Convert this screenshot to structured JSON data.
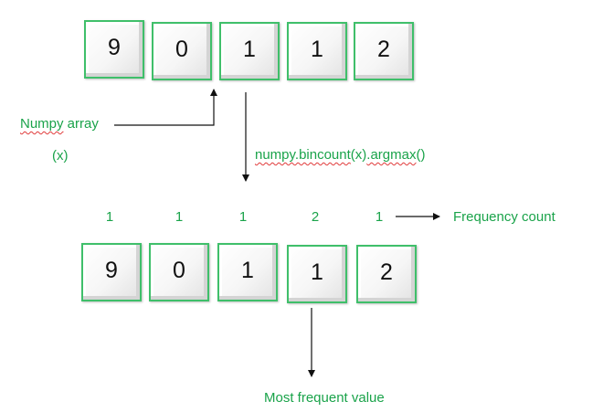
{
  "top_array": [
    "9",
    "0",
    "1",
    "1",
    "2"
  ],
  "bottom_array": [
    "9",
    "0",
    "1",
    "1",
    "2"
  ],
  "frequencies": [
    "1",
    "1",
    "1",
    "2",
    "1"
  ],
  "labels": {
    "numpy_array_word": "Numpy",
    "numpy_array_rest": " array",
    "x_label": "(x)",
    "function_part1": "numpy.bincount",
    "function_part2": "(x)",
    "function_part3": ".argmax",
    "function_part4": "()",
    "frequency_count": "Frequency count",
    "most_frequent": "Most frequent value"
  },
  "colors": {
    "label_green": "#1aa34a",
    "cell_border": "#3fbf6a",
    "arrow": "#111111",
    "spellcheck_underline": "#e03a3a"
  }
}
